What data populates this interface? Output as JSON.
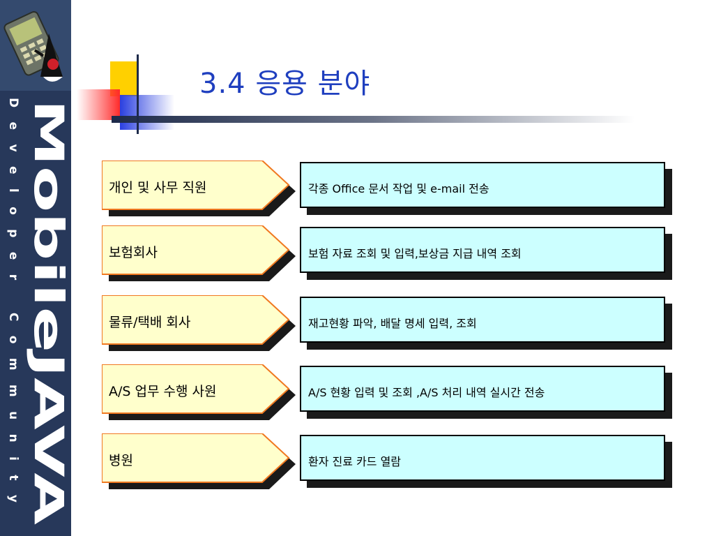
{
  "title": "3.4 응용 분야",
  "sidebar": {
    "brand_main": "MobileJAVA",
    "brand_sub": "Developer Community"
  },
  "rows": [
    {
      "label": "개인 및 사무 직원",
      "description": "각종 Office 문서 작업 및 e-mail 전송"
    },
    {
      "label": "보험회사",
      "description": "보험 자료 조회 및 입력,보상금 지급  내역 조회"
    },
    {
      "label": "물류/택배 회사",
      "description": "재고현황 파악, 배달 명세 입력, 조회"
    },
    {
      "label": "A/S 업무 수행 사원",
      "description": "A/S 현황 입력 및 조회 ,A/S 처리 내역 실시간 전송"
    },
    {
      "label": "병원",
      "description": "환자 진료 카드 열람"
    }
  ],
  "colors": {
    "sidebar_bg": "#27385a",
    "title": "#1f3fbf",
    "label_fill": "#ffffcc",
    "label_border": "#f07820",
    "desc_fill": "#ccffff"
  }
}
